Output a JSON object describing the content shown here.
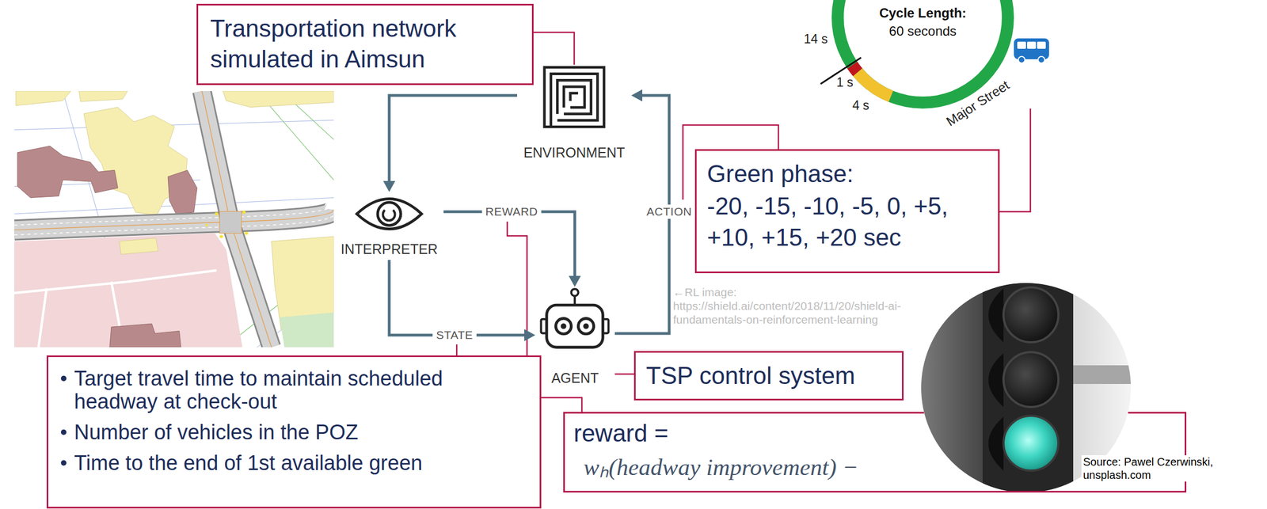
{
  "diagram": {
    "nodes": [
      {
        "text": [
          "Transportation network simulated in Aimsun"
        ]
      },
      {
        "text": [
          "Cycle Length:",
          "60 seconds"
        ]
      },
      {
        "text": [
          "ENVIRONMENT"
        ]
      },
      {
        "text": [
          "Green phase:",
          "-20, -15, -10, -5, 0, +5, +10, +15, +20 sec"
        ]
      },
      {
        "text": [
          "INTERPRETER"
        ]
      },
      {
        "text": [
          "AGENT"
        ]
      },
      {
        "text": [
          "TSP control system"
        ]
      },
      {
        "text": [
          "Target travel time to maintain scheduled headway at check-out",
          "Number of vehicles in the POZ",
          "Time to the end of 1st available green"
        ]
      },
      {
        "text": [
          "reward =",
          "wₕ(headway improvement) −"
        ]
      }
    ],
    "edges": [
      {
        "from": 2,
        "to": 4,
        "arrow": "to"
      },
      {
        "from": 4,
        "to": 5,
        "label": "REWARD",
        "arrow": "to"
      },
      {
        "from": 4,
        "to": 5,
        "label": "STATE",
        "arrow": "to"
      },
      {
        "from": 5,
        "to": 2,
        "label": "ACTION",
        "arrow": "to"
      },
      {
        "from": 0,
        "to": 2,
        "arrow": "none"
      },
      {
        "from": 3,
        "to": 1,
        "arrow": "none"
      },
      {
        "from": 6,
        "to": 5,
        "arrow": "none"
      }
    ],
    "labels": [
      "14 s",
      "1 s",
      "4 s",
      "Major Street",
      "←RL image: https://shield.ai/content/2018/11/20/shield-ai-fundamentals-on-reinforcement-learning",
      "Source: Pawel Czerwinski, unsplash.com"
    ]
  }
}
